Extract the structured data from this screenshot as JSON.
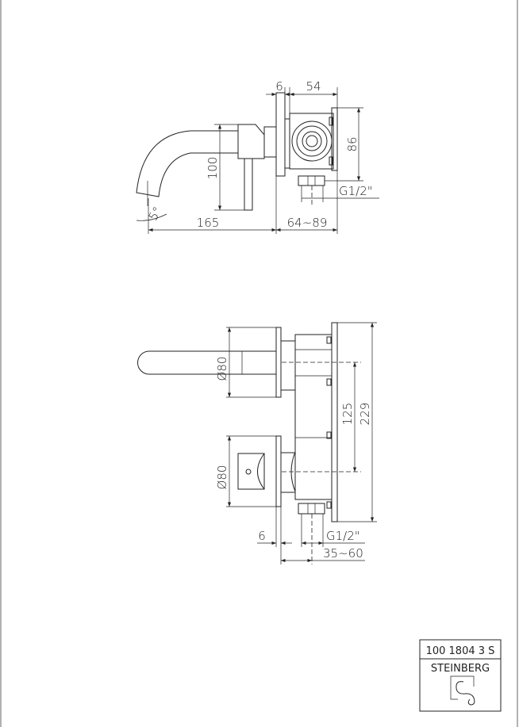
{
  "side_view": {
    "dims": {
      "flange_thickness": "6",
      "body_depth": "54",
      "body_height": "86",
      "spout_height": "100",
      "spout_reach": "165",
      "install_depth": "64~89",
      "connection": "G1/2\"",
      "angle": "5°"
    }
  },
  "front_view": {
    "dims": {
      "spout_rosette_diameter": "Ø80",
      "handle_rosette_diameter": "Ø80",
      "center_distance": "125",
      "body_height": "229",
      "flange_thickness": "6",
      "connection": "G1/2\"",
      "install_depth": "35~60"
    }
  },
  "title_block": {
    "article_number": "100 1804 3 S",
    "brand": "STEINBERG"
  }
}
